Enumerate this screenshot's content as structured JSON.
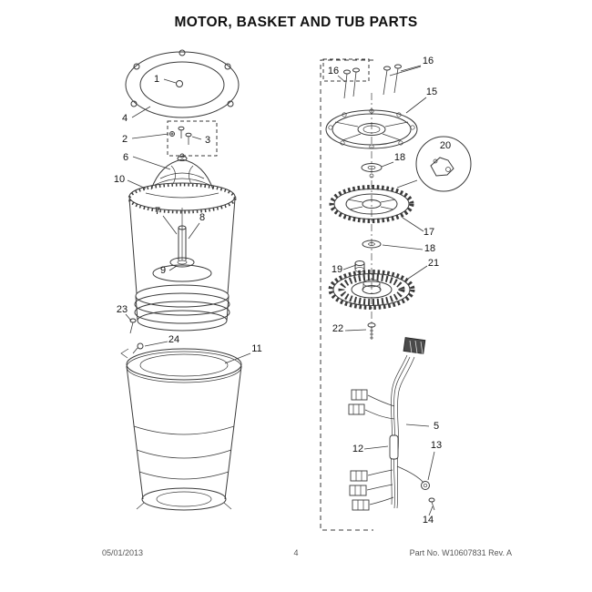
{
  "page": {
    "title": "MOTOR, BASKET AND TUB PARTS",
    "footer": {
      "date": "05/01/2013",
      "page_number": "4",
      "part_no": "Part No. W10607831  Rev. A"
    }
  },
  "callouts": {
    "n1": "1",
    "n2": "2",
    "n3": "3",
    "n4": "4",
    "n5": "5",
    "n6": "6",
    "n7": "7",
    "n8": "8",
    "n9": "9",
    "n10": "10",
    "n11": "11",
    "n12": "12",
    "n13": "13",
    "n14": "14",
    "n15": "15",
    "n16": "16",
    "n17": "17",
    "n18": "18",
    "n19": "19",
    "n20": "20",
    "n21": "21",
    "n22": "22",
    "n23": "23",
    "n24": "24"
  }
}
